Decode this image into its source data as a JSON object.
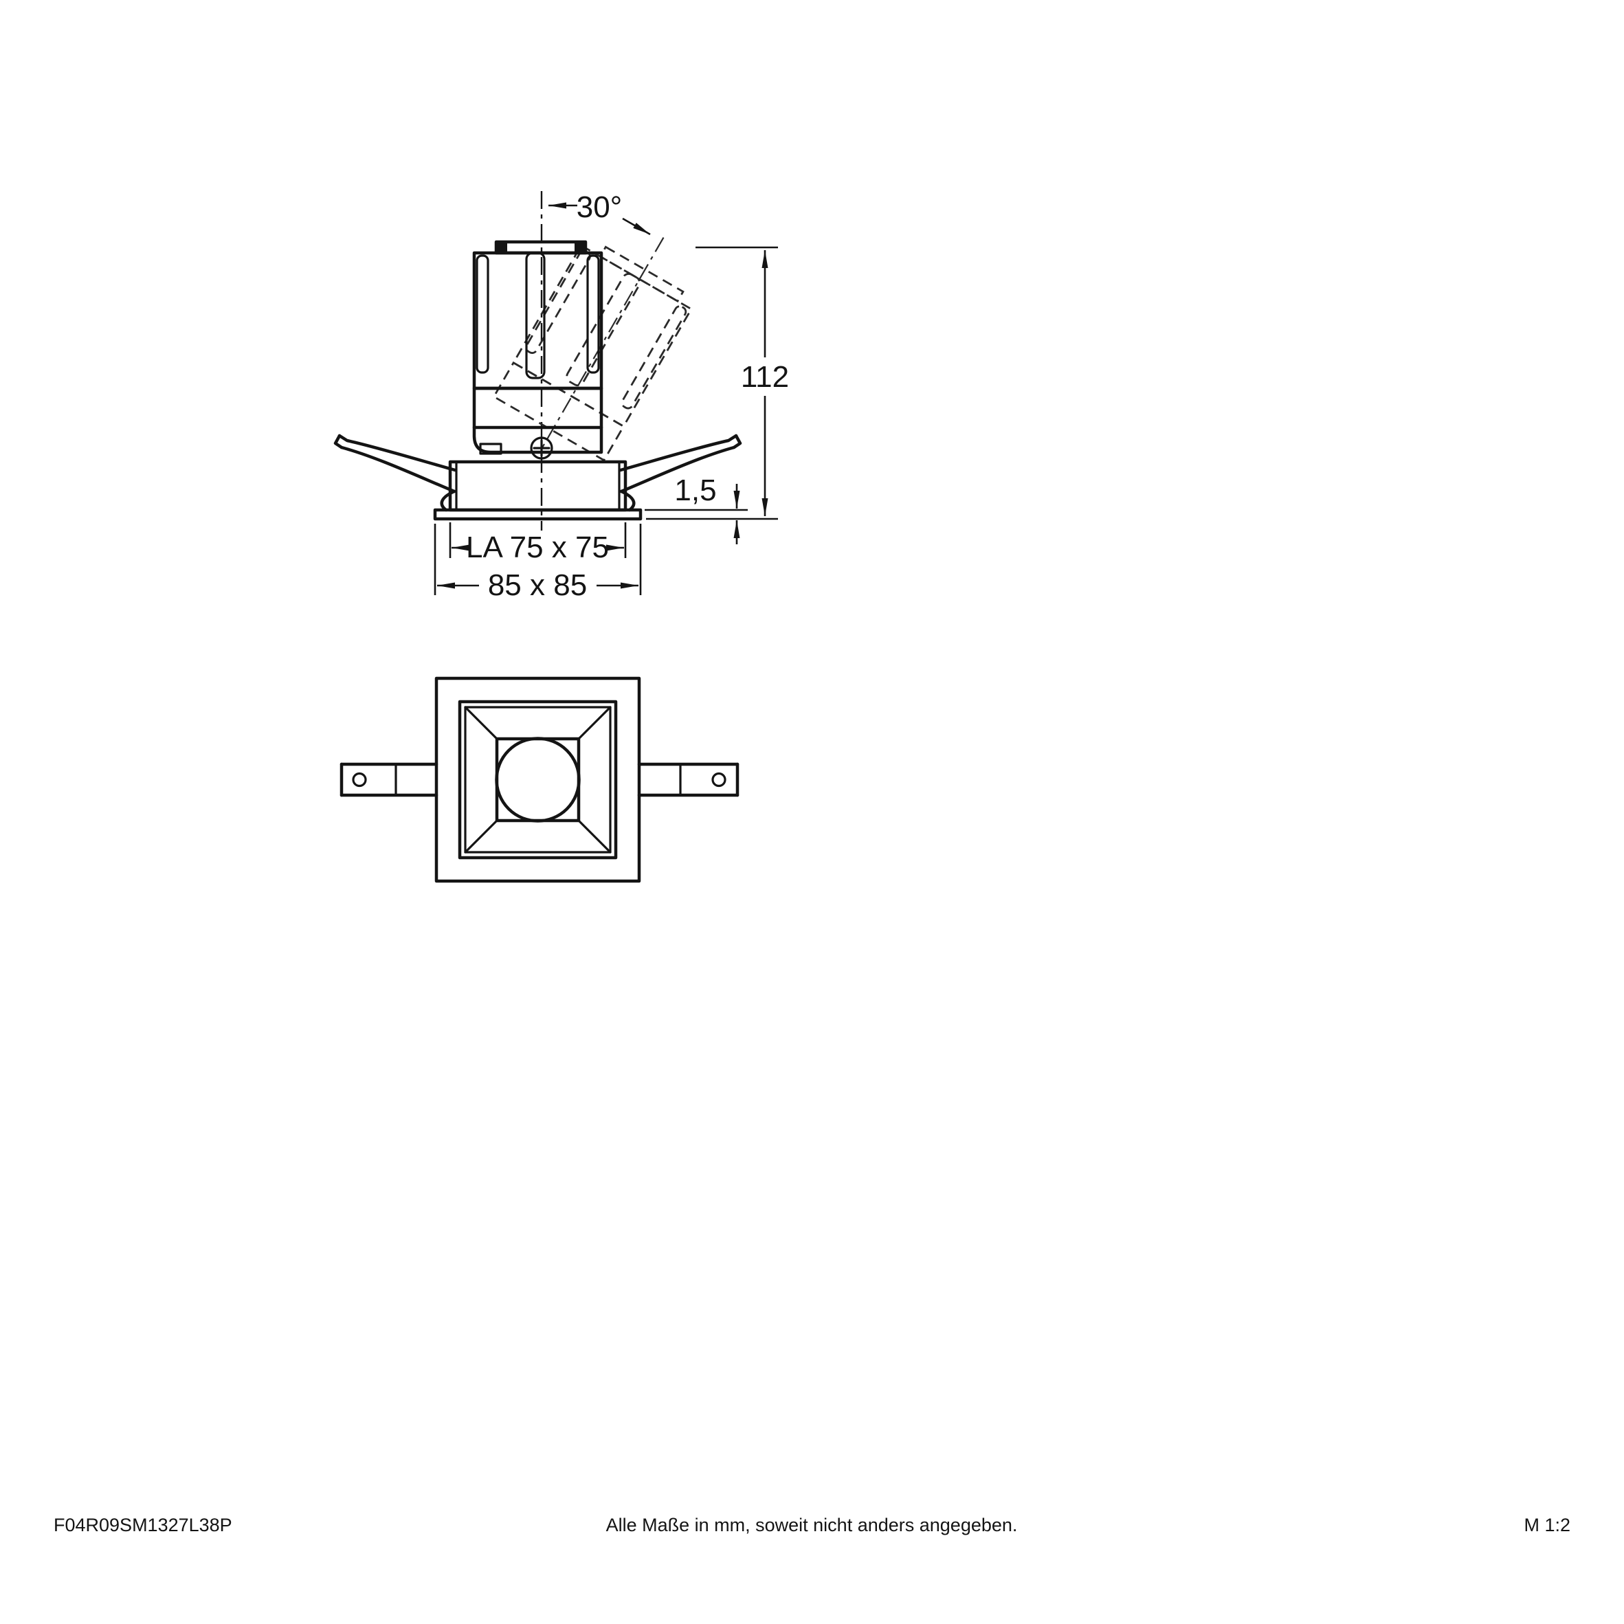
{
  "page": {
    "background_color": "#ffffff",
    "line_color": "#141414"
  },
  "side_view": {
    "labels": {
      "tilt_angle": "30°",
      "overall_height": "112",
      "flange_thickness": "1,5",
      "cutout_dimension": "LA 75 x 75",
      "overall_dimension": "85 x 85"
    }
  },
  "footer": {
    "article_code": "F04R09SM1327L38P",
    "note": "Alle Maße in mm, soweit nicht anders angegeben.",
    "scale": "M 1:2"
  }
}
